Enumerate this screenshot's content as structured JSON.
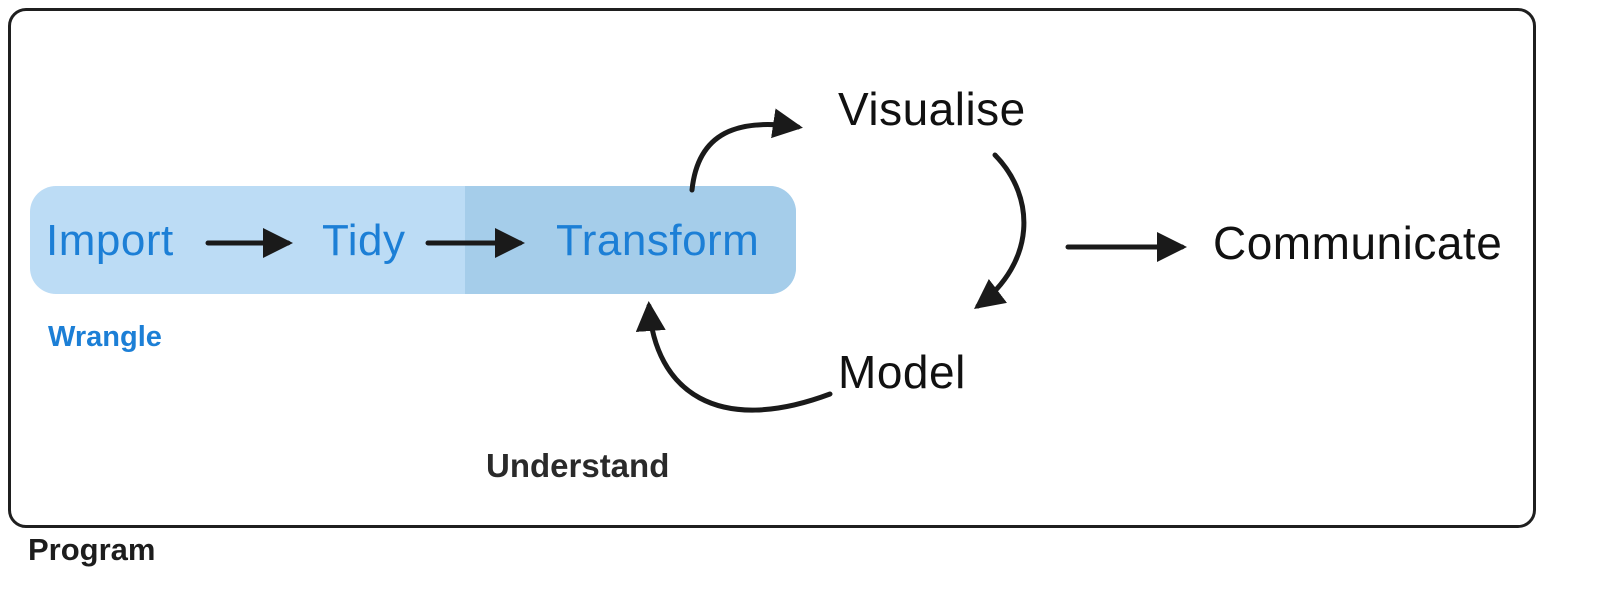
{
  "diagram": {
    "nodes": {
      "import": "Import",
      "tidy": "Tidy",
      "transform": "Transform",
      "visualise": "Visualise",
      "model": "Model",
      "communicate": "Communicate"
    },
    "groups": {
      "wrangle": "Wrangle",
      "understand": "Understand",
      "program": "Program"
    },
    "arrows": [
      "import-to-tidy",
      "tidy-to-transform",
      "transform-to-visualise",
      "visualise-to-model",
      "model-to-transform",
      "to-communicate"
    ]
  },
  "colors": {
    "accent_blue": "#1c7fd6",
    "wrangle_box_light": "#bcdcf5",
    "wrangle_box_dark": "#a5cdea",
    "arrow_black": "#1a1a1a"
  }
}
